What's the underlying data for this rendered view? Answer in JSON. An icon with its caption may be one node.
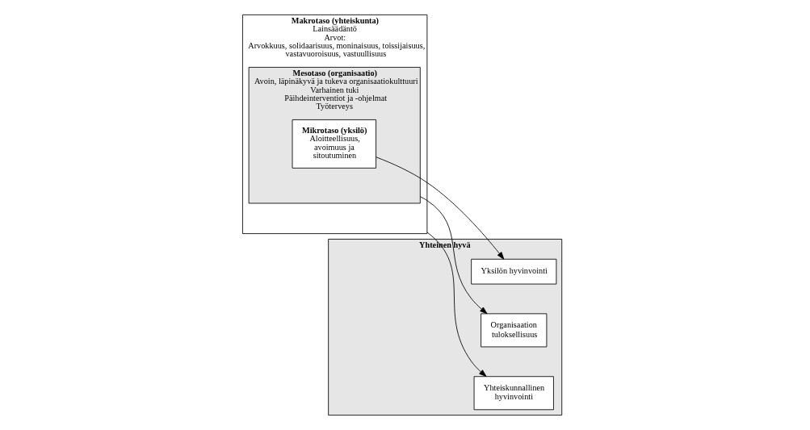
{
  "diagram": {
    "nodes": [
      {
        "text": [
          "Makrotaso (yhteiskunta)",
          "Lainsäädäntö",
          "Arvot:",
          "Arvokkuus, solidaarisuus, moninaisuus, toissijaisuus, vastavuoroisuus, vastuullisuus"
        ]
      },
      {
        "text": [
          "Mesotaso (organisaatio)",
          "Avoin, läpinäkyvä ja tukeva organisaatiokulttuuri",
          "Varhainen tuki",
          "Päihdeinterventiot ja -ohjelmat",
          "Työterveys"
        ],
        "in": 0
      },
      {
        "text": [
          "Mikrotaso (yksilö)",
          "Aloitteellisuus, avoimuus ja sitoutuminen"
        ],
        "in": 1
      },
      {
        "text": [
          "Yhteinen hyvä"
        ]
      },
      {
        "text": [
          "Yhteiskunnallinen hyvinvointi"
        ],
        "in": 3
      },
      {
        "text": [
          "Organisaation tuloksellisuus"
        ],
        "in": 3
      },
      {
        "text": [
          "Yksilön hyvinvointi"
        ],
        "in": 3
      }
    ],
    "edges": [
      {
        "from": 0,
        "to": 4,
        "arrow": "to"
      },
      {
        "from": 1,
        "to": 5,
        "arrow": "to"
      },
      {
        "from": 2,
        "to": 6,
        "arrow": "to"
      }
    ]
  }
}
